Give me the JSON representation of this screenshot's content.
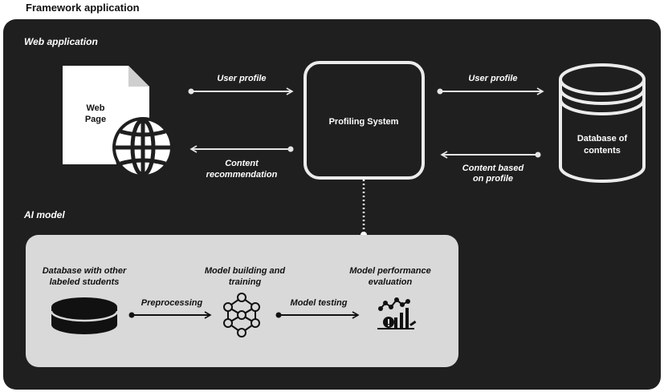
{
  "figure_title": "Framework application",
  "web_section": {
    "title": "Web application",
    "web_page_label": [
      "Web",
      "Page"
    ],
    "profiling_system_label": "Profiling System",
    "database_label": [
      "Database of",
      "contents"
    ],
    "arrow_user_profile_1": "User profile",
    "arrow_user_profile_2": "User profile",
    "arrow_content_recommendation": [
      "Content",
      "recommendation"
    ],
    "arrow_content_based": [
      "Content based",
      "on profile"
    ]
  },
  "ai_section": {
    "title": "AI model",
    "step_database_label": [
      "Database with other",
      "labeled students"
    ],
    "step_model_building_label": [
      "Model building and",
      "training"
    ],
    "step_model_performance_label": [
      "Model performance",
      "evaluation"
    ],
    "arrow_preprocessing": "Preprocessing",
    "arrow_model_testing": "Model testing"
  },
  "colors": {
    "background_dark": "#1f1f1f",
    "panel_light": "#d9d9d9",
    "line_light": "#e6e6e6",
    "text_light": "#ffffff",
    "text_dark": "#111111"
  },
  "icons": {
    "web_page": "document-globe-icon",
    "database_contents": "database-cylinder-icon",
    "database_students": "database-disk-icon",
    "model_building": "neural-network-icon",
    "model_performance": "performance-chart-icon"
  }
}
